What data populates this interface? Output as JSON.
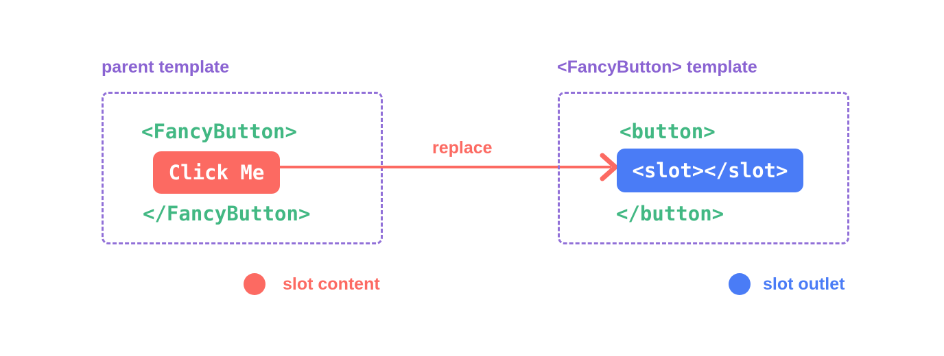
{
  "colors": {
    "purple": "#8a63d2",
    "purple-border": "#9170d8",
    "green": "#42b883",
    "coral": "#fc6a62",
    "blue": "#4a7cf6",
    "text-on-fill": "#ffffff",
    "background": "#ffffff"
  },
  "left_panel": {
    "title": "parent template",
    "opening_tag": "<FancyButton>",
    "slot_content_label": "Click Me",
    "closing_tag": "</FancyButton>"
  },
  "arrow": {
    "label": "replace"
  },
  "right_panel": {
    "title": "<FancyButton> template",
    "opening_tag": "<button>",
    "slot_outlet_label": "<slot></slot>",
    "closing_tag": "</button>"
  },
  "legend": [
    {
      "label": "slot content",
      "color": "coral"
    },
    {
      "label": "slot outlet",
      "color": "blue"
    }
  ]
}
